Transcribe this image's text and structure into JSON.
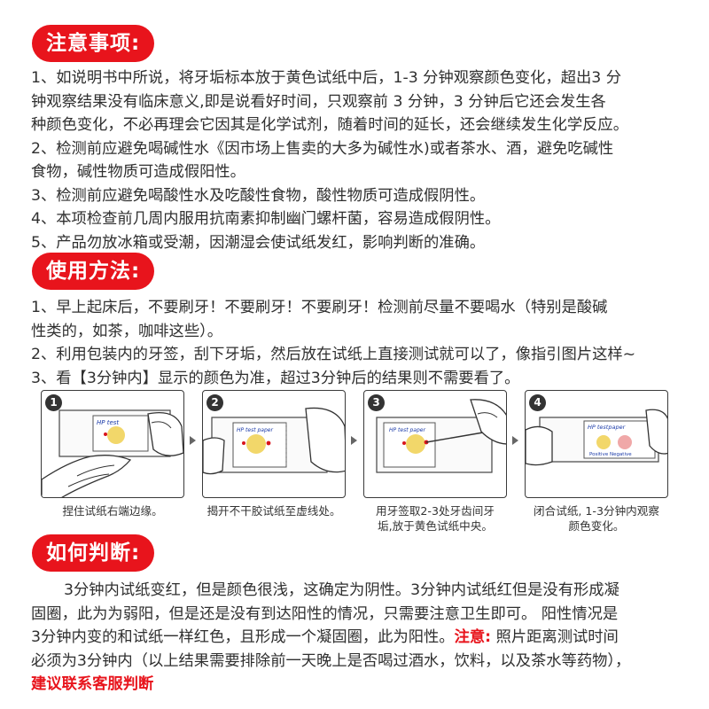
{
  "sections": {
    "notice": {
      "title": "注意事项:",
      "lines": [
        "1、如说明书中所说，将牙垢标本放于黄色试纸中后，1-3 分钟观察颜色变化，超出3 分",
        "钟观察结果没有临床意义,即是说看好时间，只观察前 3 分钟，3 分钟后它还会发生各",
        "种颜色变化，不必再理会它因其是化学试剂，随着时间的延长，还会继续发生化学反应。",
        "2、检测前应避免喝碱性水《因市场上售卖的大多为碱性水)或者茶水、酒，避免吃碱性",
        "食物，碱性物质可造成假阳性。",
        "3、检测前应避免喝酸性水及吃酸性食物，酸性物质可造成假阴性。",
        "4、本项检查前几周内服用抗南素抑制幽门螺杆菌，容易造成假阴性。",
        "5、产品勿放冰箱或受潮，因潮湿会使试纸发红，影响判断的准确。"
      ]
    },
    "usage": {
      "title": "使用方法:",
      "lines": [
        "1、早上起床后，不要刷牙！不要刷牙！不要刷牙！检测前尽量不要喝水（特别是酸碱",
        "性类的，如茶，咖啡这些）。",
        "2、利用包装内的牙签，刮下牙垢，然后放在试纸上直接测试就可以了，像指引图片这样~",
        "3、看【3分钟内】显示的颜色为准，超过3分钟后的结果则不需要看了。"
      ]
    },
    "judge": {
      "title": "如何判断:",
      "line1": "3分钟内试纸变红，但是颜色很浅，这确定为阴性。3分钟内试纸红但是没有形成凝",
      "line2": "固圈，此为为弱阳，但是还是没有到达阳性的情况，只需要注意卫生即可。 阳性情况是",
      "line3_pre": "3分钟内变的和试纸一样红色，且形成一个凝固圈，此为阳性。",
      "line3_red": "注意:",
      "line3_post": " 照片距离测试时间",
      "line4": "必须为3分钟内（以上结果需要排除前一天晚上是否喝过酒水，饮料，以及茶水等药物），",
      "line5_red": "建议联系客服判断"
    }
  },
  "steps": [
    {
      "num": "1",
      "caption_lines": [
        "捏住试纸右端边缘。"
      ],
      "strip_brand": "HP test"
    },
    {
      "num": "2",
      "caption_lines": [
        "揭开不干胶试纸至虚线处。"
      ],
      "strip_brand": "HP test paper"
    },
    {
      "num": "3",
      "caption_lines": [
        "用牙签取2-3处牙齿间牙",
        "垢,放于黄色试纸中央。"
      ],
      "strip_brand": "HP test paper"
    },
    {
      "num": "4",
      "caption_lines": [
        "闭合试纸, 1-3分钟内观察",
        "颜色变化。"
      ],
      "strip_brand": "HP testpaper",
      "strip_footer": "Positive Negative"
    }
  ],
  "colors": {
    "accent": "#e8141c",
    "text": "#2f2f2f",
    "test_yellow": "#f2d76a",
    "test_red": "#d8141c"
  }
}
